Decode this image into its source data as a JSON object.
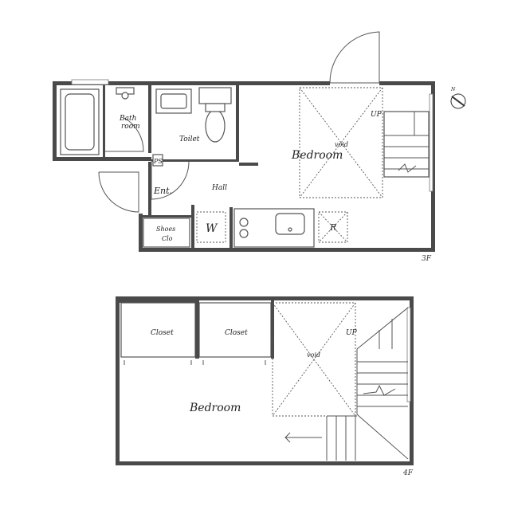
{
  "floor3": {
    "label": "3F",
    "rooms": {
      "bathroom": "Bath\nroom",
      "toilet": "Toilet",
      "bedroom": "Bedroom",
      "void": "void",
      "up": "UP",
      "ps": "PS",
      "entrance": "Ent.",
      "hall": "Hall",
      "shoes_closet": "Shoes\nClo",
      "washer": "W",
      "refrigerator": "R"
    }
  },
  "floor4": {
    "label": "4F",
    "rooms": {
      "closet_left": "Closet",
      "closet_right": "Closet",
      "void": "void",
      "up": "UP",
      "bedroom": "Bedroom"
    }
  },
  "compass": {
    "north_label": "N"
  }
}
